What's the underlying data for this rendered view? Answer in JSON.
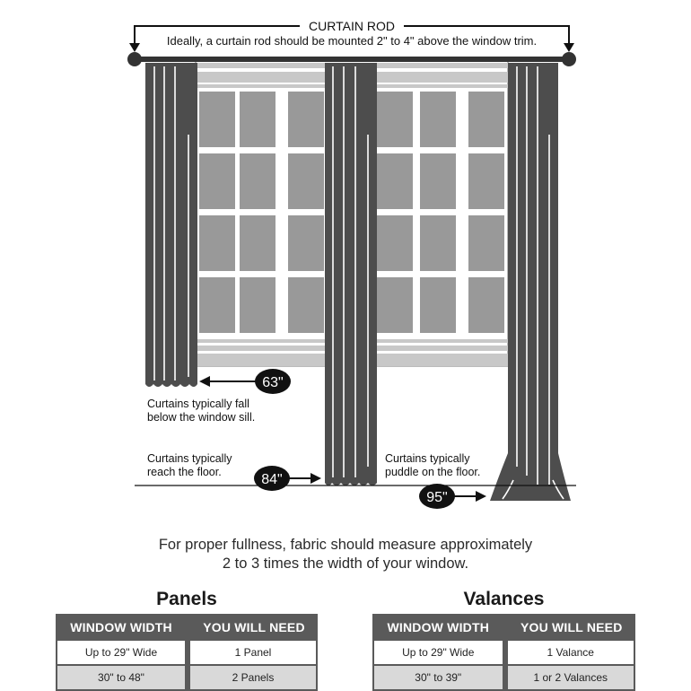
{
  "rod": {
    "label": "CURTAIN ROD",
    "note": "Ideally, a curtain rod should be mounted 2\" to 4\" above the window trim."
  },
  "lengths": [
    {
      "badge": "63\"",
      "caption_line1": "Curtains typically fall",
      "caption_line2": "below the window sill."
    },
    {
      "badge": "84\"",
      "caption_line1": "Curtains typically",
      "caption_line2": "reach the floor."
    },
    {
      "badge": "95\"",
      "caption_line1": "Curtains typically",
      "caption_line2": "puddle on the floor."
    }
  ],
  "fullness": {
    "line1": "For proper fullness, fabric should measure approximately",
    "line2": "2 to 3 times the width of your window."
  },
  "panels": {
    "title": "Panels",
    "headers": [
      "WINDOW WIDTH",
      "YOU WILL NEED"
    ],
    "rows": [
      [
        "Up to 29\" Wide",
        "1 Panel"
      ],
      [
        "30\" to 48\"",
        "2 Panels"
      ]
    ]
  },
  "valances": {
    "title": "Valances",
    "headers": [
      "WINDOW WIDTH",
      "YOU WILL NEED"
    ],
    "rows": [
      [
        "Up to 29\" Wide",
        "1 Valance"
      ],
      [
        "30\" to 39\"",
        "1 or 2 Valances"
      ]
    ]
  },
  "colors": {
    "curtain": "#4d4d4d",
    "pane": "#999999",
    "frame": "#ffffff",
    "header": "#5a5a5a",
    "row_alt": "#d9d9d9"
  }
}
